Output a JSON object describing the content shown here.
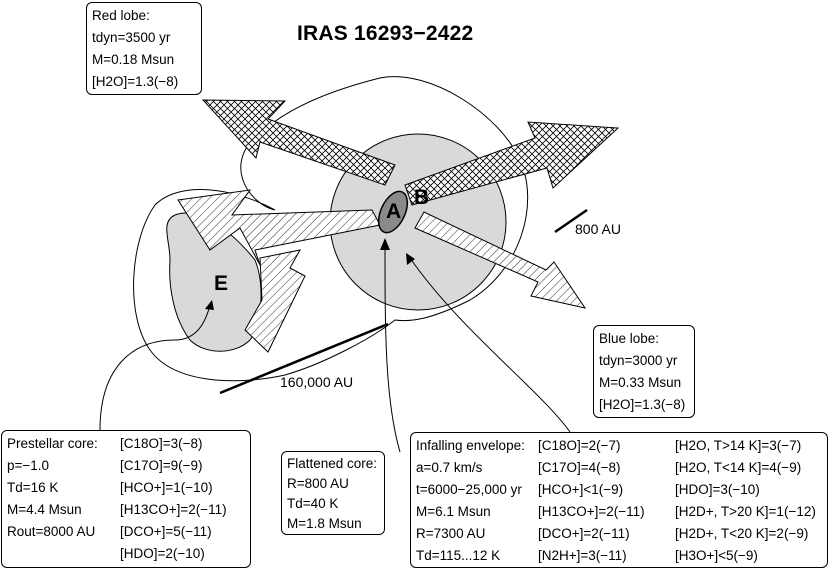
{
  "title": "IRAS 16293−2422",
  "labels": {
    "source_a": "A",
    "source_b": "B",
    "source_e": "E"
  },
  "scale_bars": {
    "small": "800 AU",
    "large": "160,000 AU"
  },
  "red_lobe": {
    "lines": [
      "Red lobe:",
      "tdyn=3500 yr",
      "M=0.18 Msun",
      "[H2O]=1.3(−8)"
    ]
  },
  "blue_lobe": {
    "lines": [
      "Blue lobe:",
      "tdyn=3000 yr",
      "M=0.33 Msun",
      "[H2O]=1.3(−8)"
    ]
  },
  "prestellar_core": {
    "col1": [
      "Prestellar core:",
      "p=−1.0",
      "Td=16 K",
      "M=4.4 Msun",
      "Rout=8000 AU"
    ],
    "col2": [
      "[C18O]=3(−8)",
      "[C17O]=9(−9)",
      "[HCO+]=1(−10)",
      "[H13CO+]=2(−11)",
      "[DCO+]=5(−11)",
      "[HDO]=2(−10)"
    ]
  },
  "flattened_core": {
    "lines": [
      "Flattened core:",
      "R=800 AU",
      "Td=40 K",
      "M=1.8 Msun"
    ]
  },
  "infalling_envelope": {
    "col1": [
      "Infalling envelope:",
      "a=0.7 km/s",
      "t=6000−25,000 yr",
      "M=6.1 Msun",
      "R=7300 AU",
      "Td=115...12 K"
    ],
    "col2": [
      "[C18O]=2(−7)",
      "[C17O]=4(−8)",
      "[HCO+]<1(−9)",
      "[H13CO+]=2(−11)",
      "[DCO+]=2(−11)",
      "[N2H+]=3(−11)"
    ],
    "col3": [
      "[H2O, T>14 K]=3(−7)",
      "[H2O, T<14 K]=4(−9)",
      "[HDO]=3(−10)",
      "[H2D+, T>20 K]=1(−12)",
      "[H2D+, T<20 K]=2(−9)",
      "[H3O+]<5(−9)"
    ]
  }
}
